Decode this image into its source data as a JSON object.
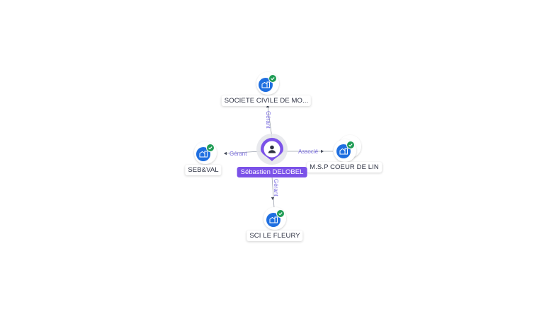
{
  "colors": {
    "center_accent": "#7b52e8",
    "company_icon_bg": "#1f6fe0",
    "check_badge": "#1f9c55",
    "edge_line": "#9aa0ad",
    "edge_label": "#7b6ee0"
  },
  "center": {
    "name": "Sébastien DELOBEL",
    "icon": "person-icon"
  },
  "companies": [
    {
      "id": "top",
      "name": "SOCIETE CIVILE DE MO...",
      "relation": "Gérant",
      "stacked": false
    },
    {
      "id": "left",
      "name": "SEB&VAL",
      "relation": "Gérant",
      "stacked": false
    },
    {
      "id": "right",
      "name": "M.S.P COEUR DE LIN",
      "relation": "Associé",
      "stacked": true
    },
    {
      "id": "bottom",
      "name": "SCI LE FLEURY",
      "relation": "Gérant",
      "stacked": false
    }
  ],
  "company_icon": "building-icon",
  "badge_icon": "check-icon"
}
